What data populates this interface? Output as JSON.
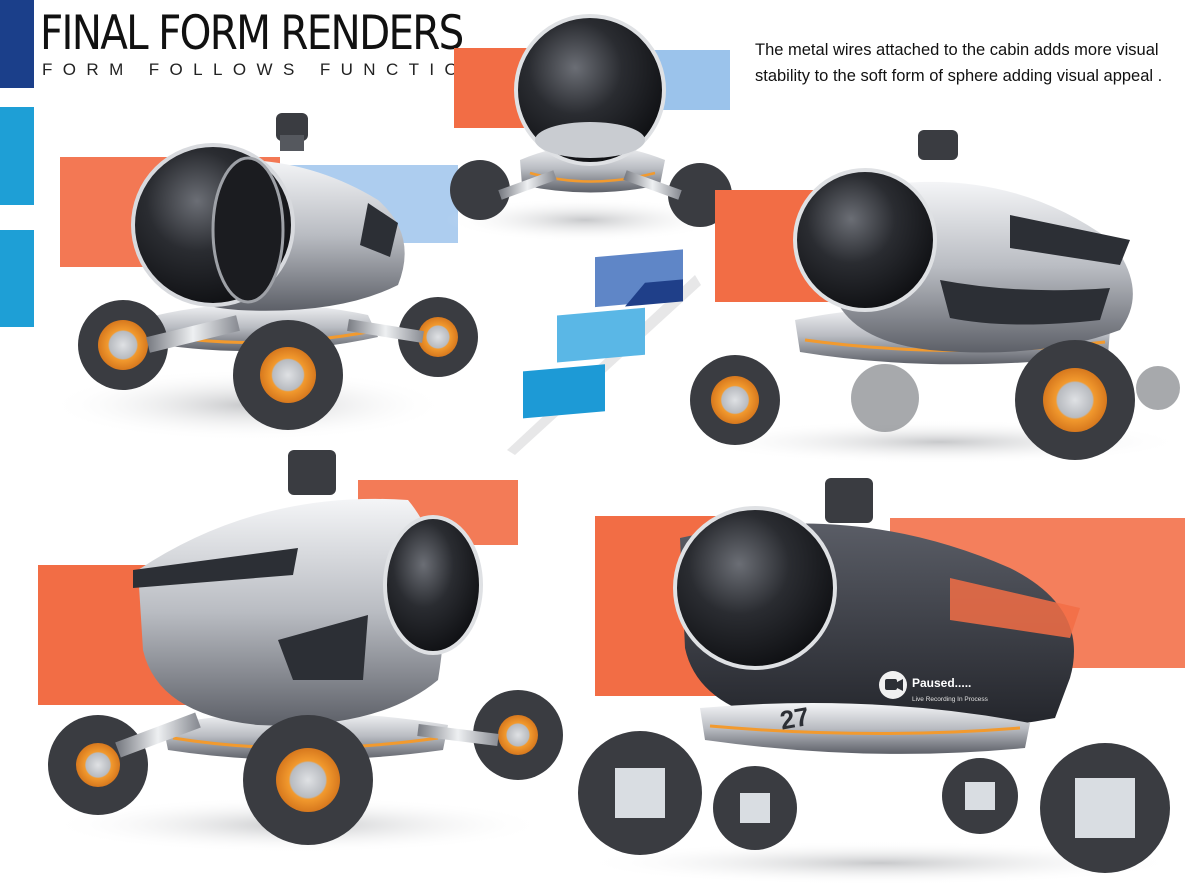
{
  "header": {
    "title": "FINAL FORM RENDERS",
    "subtitle": "FORM FOLLOWS FUNCTION"
  },
  "description": "The metal wires attached to the cabin adds more visual stability to the soft form of sphere adding visual appeal .",
  "badge": {
    "number": "27",
    "status": "Paused.....",
    "status_sub": "Live Recording In Process"
  },
  "colors": {
    "navy_bar": "#1b3f8a",
    "cyan_bar": "#1e9fd6",
    "accent_orange": "#f26d45",
    "accent_blue": "#8ab8e8",
    "swatch_1": "#5f86c7",
    "swatch_2": "#1f3f89",
    "swatch_3": "#5ab7e6",
    "swatch_4": "#1d9ad6",
    "body_silver": "#c9ccd1",
    "wheel_orange": "#f29a2e"
  }
}
